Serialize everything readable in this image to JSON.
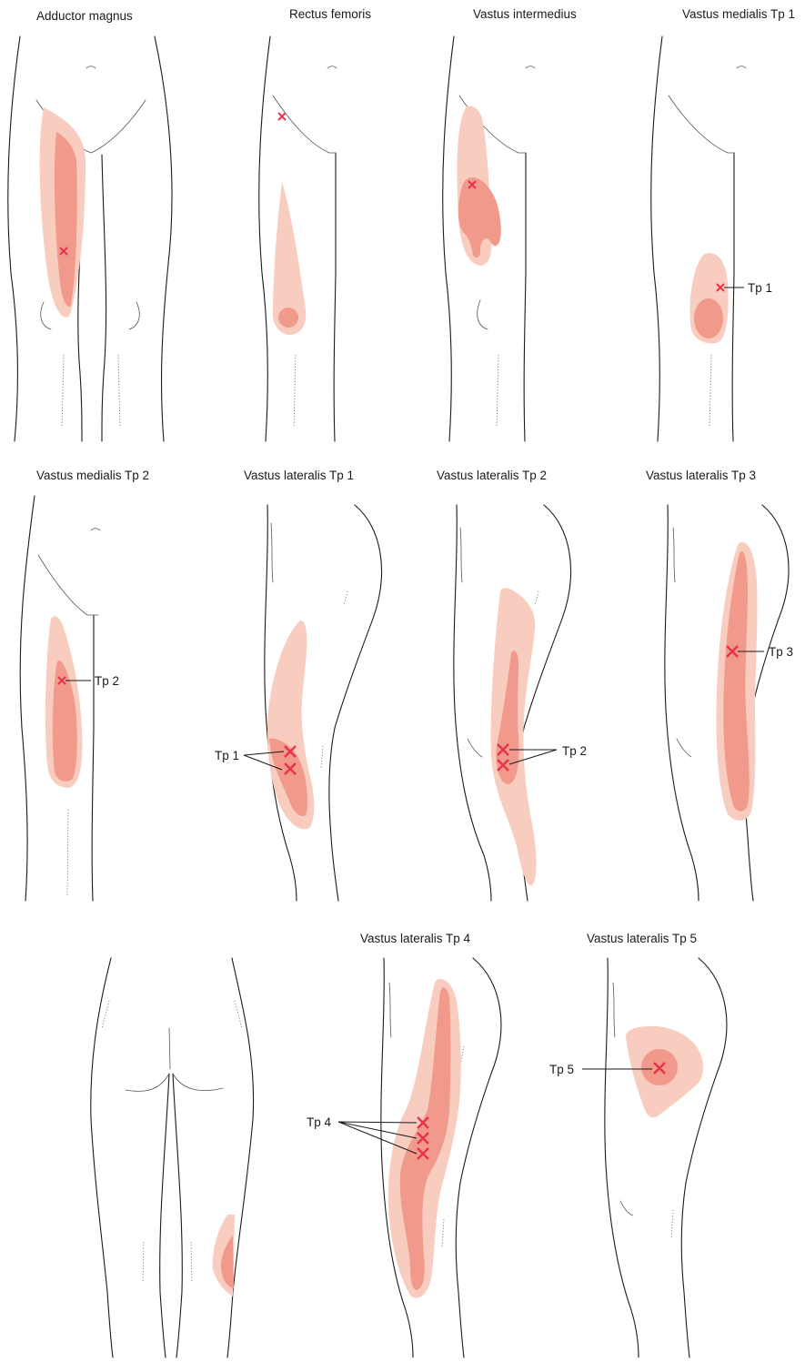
{
  "colors": {
    "referral_light": "#f8cdbf",
    "referral_dark": "#f1998a",
    "trigger_point": "#e8324a",
    "outline": "#1a1a1a"
  },
  "panels": {
    "adductor_magnus": {
      "title": "Adductor magnus"
    },
    "rectus_femoris": {
      "title": "Rectus femoris"
    },
    "vastus_intermedius": {
      "title": "Vastus intermedius"
    },
    "vastus_medialis_tp1": {
      "title": "Vastus medialis Tp 1",
      "label": "Tp 1"
    },
    "vastus_medialis_tp2": {
      "title": "Vastus medialis Tp 2",
      "label": "Tp 2"
    },
    "vastus_lateralis_tp1": {
      "title": "Vastus lateralis Tp 1",
      "label": "Tp 1"
    },
    "vastus_lateralis_tp2": {
      "title": "Vastus lateralis Tp 2",
      "label": "Tp 2"
    },
    "vastus_lateralis_tp3": {
      "title": "Vastus lateralis Tp 3",
      "label": "Tp 3"
    },
    "posterior_view": {
      "title": ""
    },
    "vastus_lateralis_tp4": {
      "title": "Vastus lateralis Tp 4",
      "label": "Tp 4"
    },
    "vastus_lateralis_tp5": {
      "title": "Vastus lateralis Tp 5",
      "label": "Tp 5"
    }
  }
}
